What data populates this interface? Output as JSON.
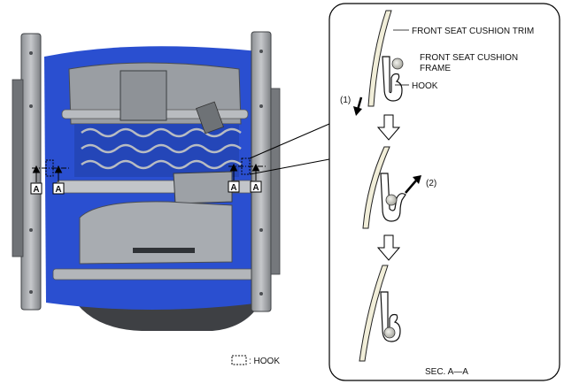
{
  "callouts": {
    "trim": "FRONT SEAT CUSHION TRIM",
    "frame_line1": "FRONT SEAT CUSHION",
    "frame_line2": "FRAME",
    "hook": "HOOK",
    "step1": "(1)",
    "step2": "(2)"
  },
  "section_marks": [
    "A",
    "A",
    "A",
    "A"
  ],
  "legend": {
    "hook_label": ": HOOK"
  },
  "section_title": "SEC. A—A",
  "colors": {
    "seat_blue": "#2a4fd0",
    "frame_gray": "#a9acb0",
    "dark_gray": "#55585c",
    "trim_beige": "#f1eed9",
    "ball_gray": "#cfcfc8"
  }
}
